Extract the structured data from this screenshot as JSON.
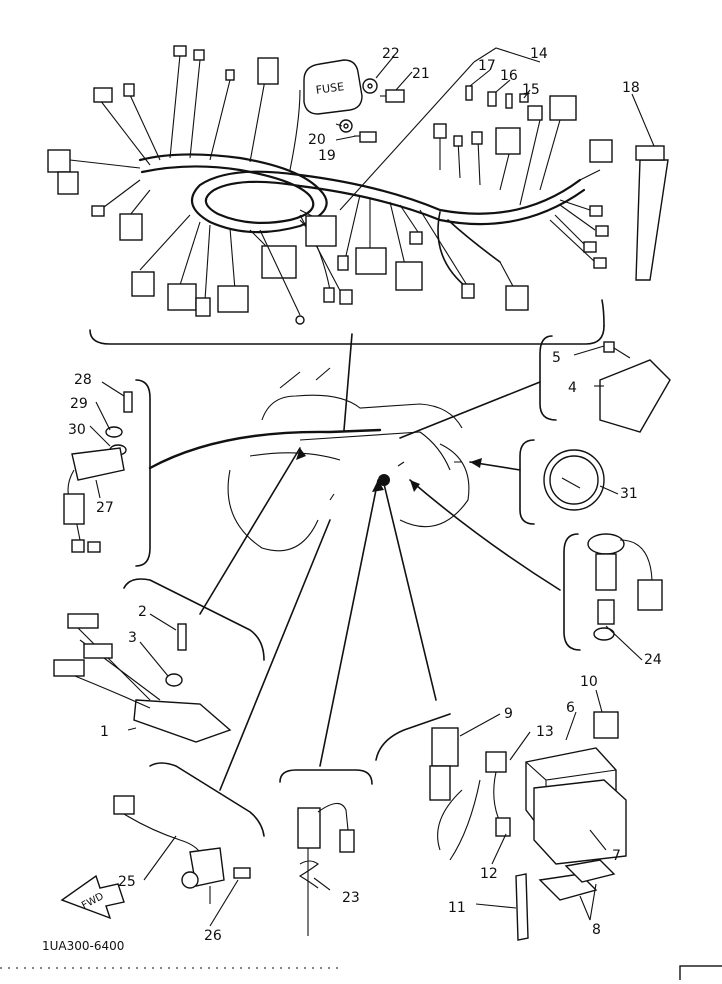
{
  "diagram": {
    "code": "1UA300-6400",
    "fuse_text": "FUSE",
    "fwd_text": "FWD",
    "callouts": [
      "1",
      "2",
      "3",
      "4",
      "5",
      "6",
      "7",
      "8",
      "9",
      "10",
      "11",
      "12",
      "13",
      "14",
      "15",
      "16",
      "17",
      "18",
      "19",
      "20",
      "21",
      "22",
      "23",
      "24",
      "25",
      "26",
      "27",
      "28",
      "29",
      "30",
      "31"
    ]
  }
}
